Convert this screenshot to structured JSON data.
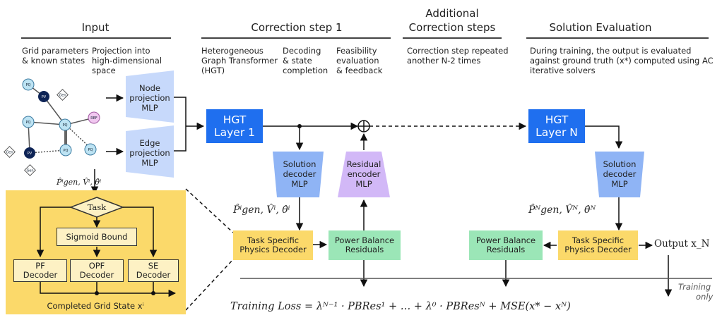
{
  "headers": {
    "input": "Input",
    "correction1": "Correction step 1",
    "additional_line1": "Additional",
    "additional_line2": "Correction steps",
    "evaluation": "Solution Evaluation"
  },
  "subheaders": {
    "grid_params_1": "Grid parameters",
    "grid_params_2": "& known states",
    "projection_1": "Projection into",
    "projection_2": "high-dimensional",
    "projection_3": "space",
    "hgt_1": "Heterogeneous",
    "hgt_2": "Graph Transformer",
    "hgt_3": "(HGT)",
    "decoding_1": "Decoding",
    "decoding_2": "& state",
    "decoding_3": "completion",
    "feas_1": "Feasibility",
    "feas_2": "evaluation",
    "feas_3": "& feedback",
    "repeat_1": "Correction step repeated",
    "repeat_2": "another N-2 times",
    "eval_1": "During training, the output is evaluated",
    "eval_2": "against ground truth (x*) computed using AC",
    "eval_3": "iterative solvers"
  },
  "graph_nodes": {
    "pq": "PQ",
    "pv": "PV",
    "gen": "Gen",
    "ref": "REF"
  },
  "blocks": {
    "node_proj_1": "Node",
    "node_proj_2": "projection",
    "node_proj_3": "MLP",
    "edge_proj_1": "Edge",
    "edge_proj_2": "projection",
    "edge_proj_3": "MLP",
    "hgt1_1": "HGT",
    "hgt1_2": "Layer 1",
    "hgtN_1": "HGT",
    "hgtN_2": "Layer N",
    "sol_dec_1": "Solution",
    "sol_dec_2": "decoder",
    "sol_dec_3": "MLP",
    "res_enc_1": "Residual",
    "res_enc_2": "encoder",
    "res_enc_3": "MLP",
    "tspd_1": "Task Specific",
    "tspd_2": "Physics Decoder",
    "pbr_1": "Power Balance",
    "pbr_2": "Residuals",
    "output": "Output x_N"
  },
  "math": {
    "state_i_small": "P̂ⁱgen, V̂ⁱ, θ̂ⁱ",
    "state_i": "P̂ⁱgen, V̂ⁱ, θ̂ⁱ",
    "state_N": "P̂ᴺgen, V̂ᴺ, θ̂ᴺ"
  },
  "inset": {
    "task": "Task",
    "sigmoid": "Sigmoid Bound",
    "pf_1": "PF",
    "pf_2": "Decoder",
    "opf_1": "OPF",
    "opf_2": "Decoder",
    "se_1": "SE",
    "se_2": "Decoder",
    "completed": "Completed Grid State xⁱ"
  },
  "loss": {
    "text": "Training Loss  =  λᴺ⁻¹ · PBRes¹   +    …    +   λ⁰ · PBResᴺ          +          MSE(x* − xᴺ)",
    "training_only_1": "Training",
    "training_only_2": "only"
  },
  "colors": {
    "hgt_blue": "#1f6fef",
    "decoder_blue": "#8fb4f5",
    "projection_blue": "#c7d9fb",
    "residual_purple": "#d2b8f7",
    "physics_yellow": "#fbd96a",
    "residual_green": "#9be6b7",
    "inset_yellow": "#fbd96a"
  }
}
